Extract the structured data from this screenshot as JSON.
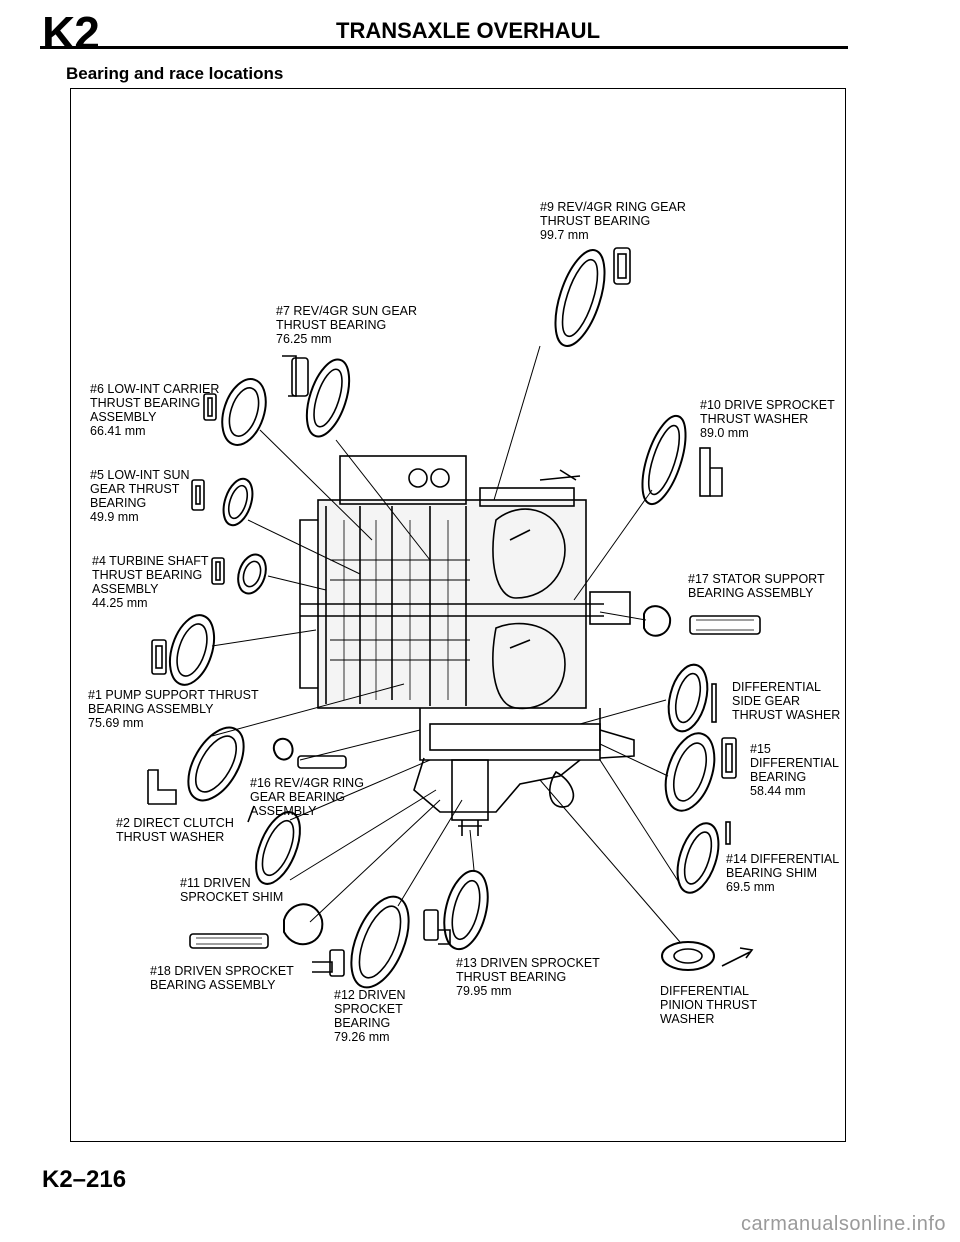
{
  "header": {
    "section_code": "K2",
    "title": "TRANSAXLE OVERHAUL"
  },
  "section_heading": "Bearing and race locations",
  "callouts": {
    "c9": "#9 REV/4GR RING GEAR\nTHRUST BEARING\n99.7 mm",
    "c7": "#7 REV/4GR SUN GEAR\nTHRUST BEARING\n76.25 mm",
    "c6": "#6 LOW-INT CARRIER\nTHRUST BEARING\nASSEMBLY\n66.41 mm",
    "c10": "#10 DRIVE SPROCKET\nTHRUST WASHER\n89.0 mm",
    "c5": "#5 LOW-INT SUN\nGEAR THRUST\nBEARING\n49.9 mm",
    "c4": "#4 TURBINE SHAFT\nTHRUST BEARING\nASSEMBLY\n44.25 mm",
    "c17": "#17 STATOR SUPPORT\nBEARING ASSEMBLY",
    "c1": "#1 PUMP SUPPORT THRUST\nBEARING ASSEMBLY\n75.69 mm",
    "cdsg": "DIFFERENTIAL\nSIDE GEAR\nTHRUST WASHER",
    "c15": "#15\nDIFFERENTIAL\nBEARING\n58.44 mm",
    "c16": "#16 REV/4GR RING\nGEAR BEARING\nASSEMBLY",
    "c2": "#2 DIRECT CLUTCH\nTHRUST WASHER",
    "c14": "#14 DIFFERENTIAL\nBEARING SHIM\n69.5 mm",
    "c11": "#11 DRIVEN\nSPROCKET SHIM",
    "c18": "#18 DRIVEN SPROCKET\nBEARING ASSEMBLY",
    "c13": "#13 DRIVEN SPROCKET\nTHRUST BEARING\n79.95 mm",
    "c12": "#12 DRIVEN\nSPROCKET\nBEARING\n79.26 mm",
    "cdpt": "DIFFERENTIAL\nPINION THRUST\nWASHER"
  },
  "page_number": "K2–216",
  "watermark": "carmanualsonline.info"
}
